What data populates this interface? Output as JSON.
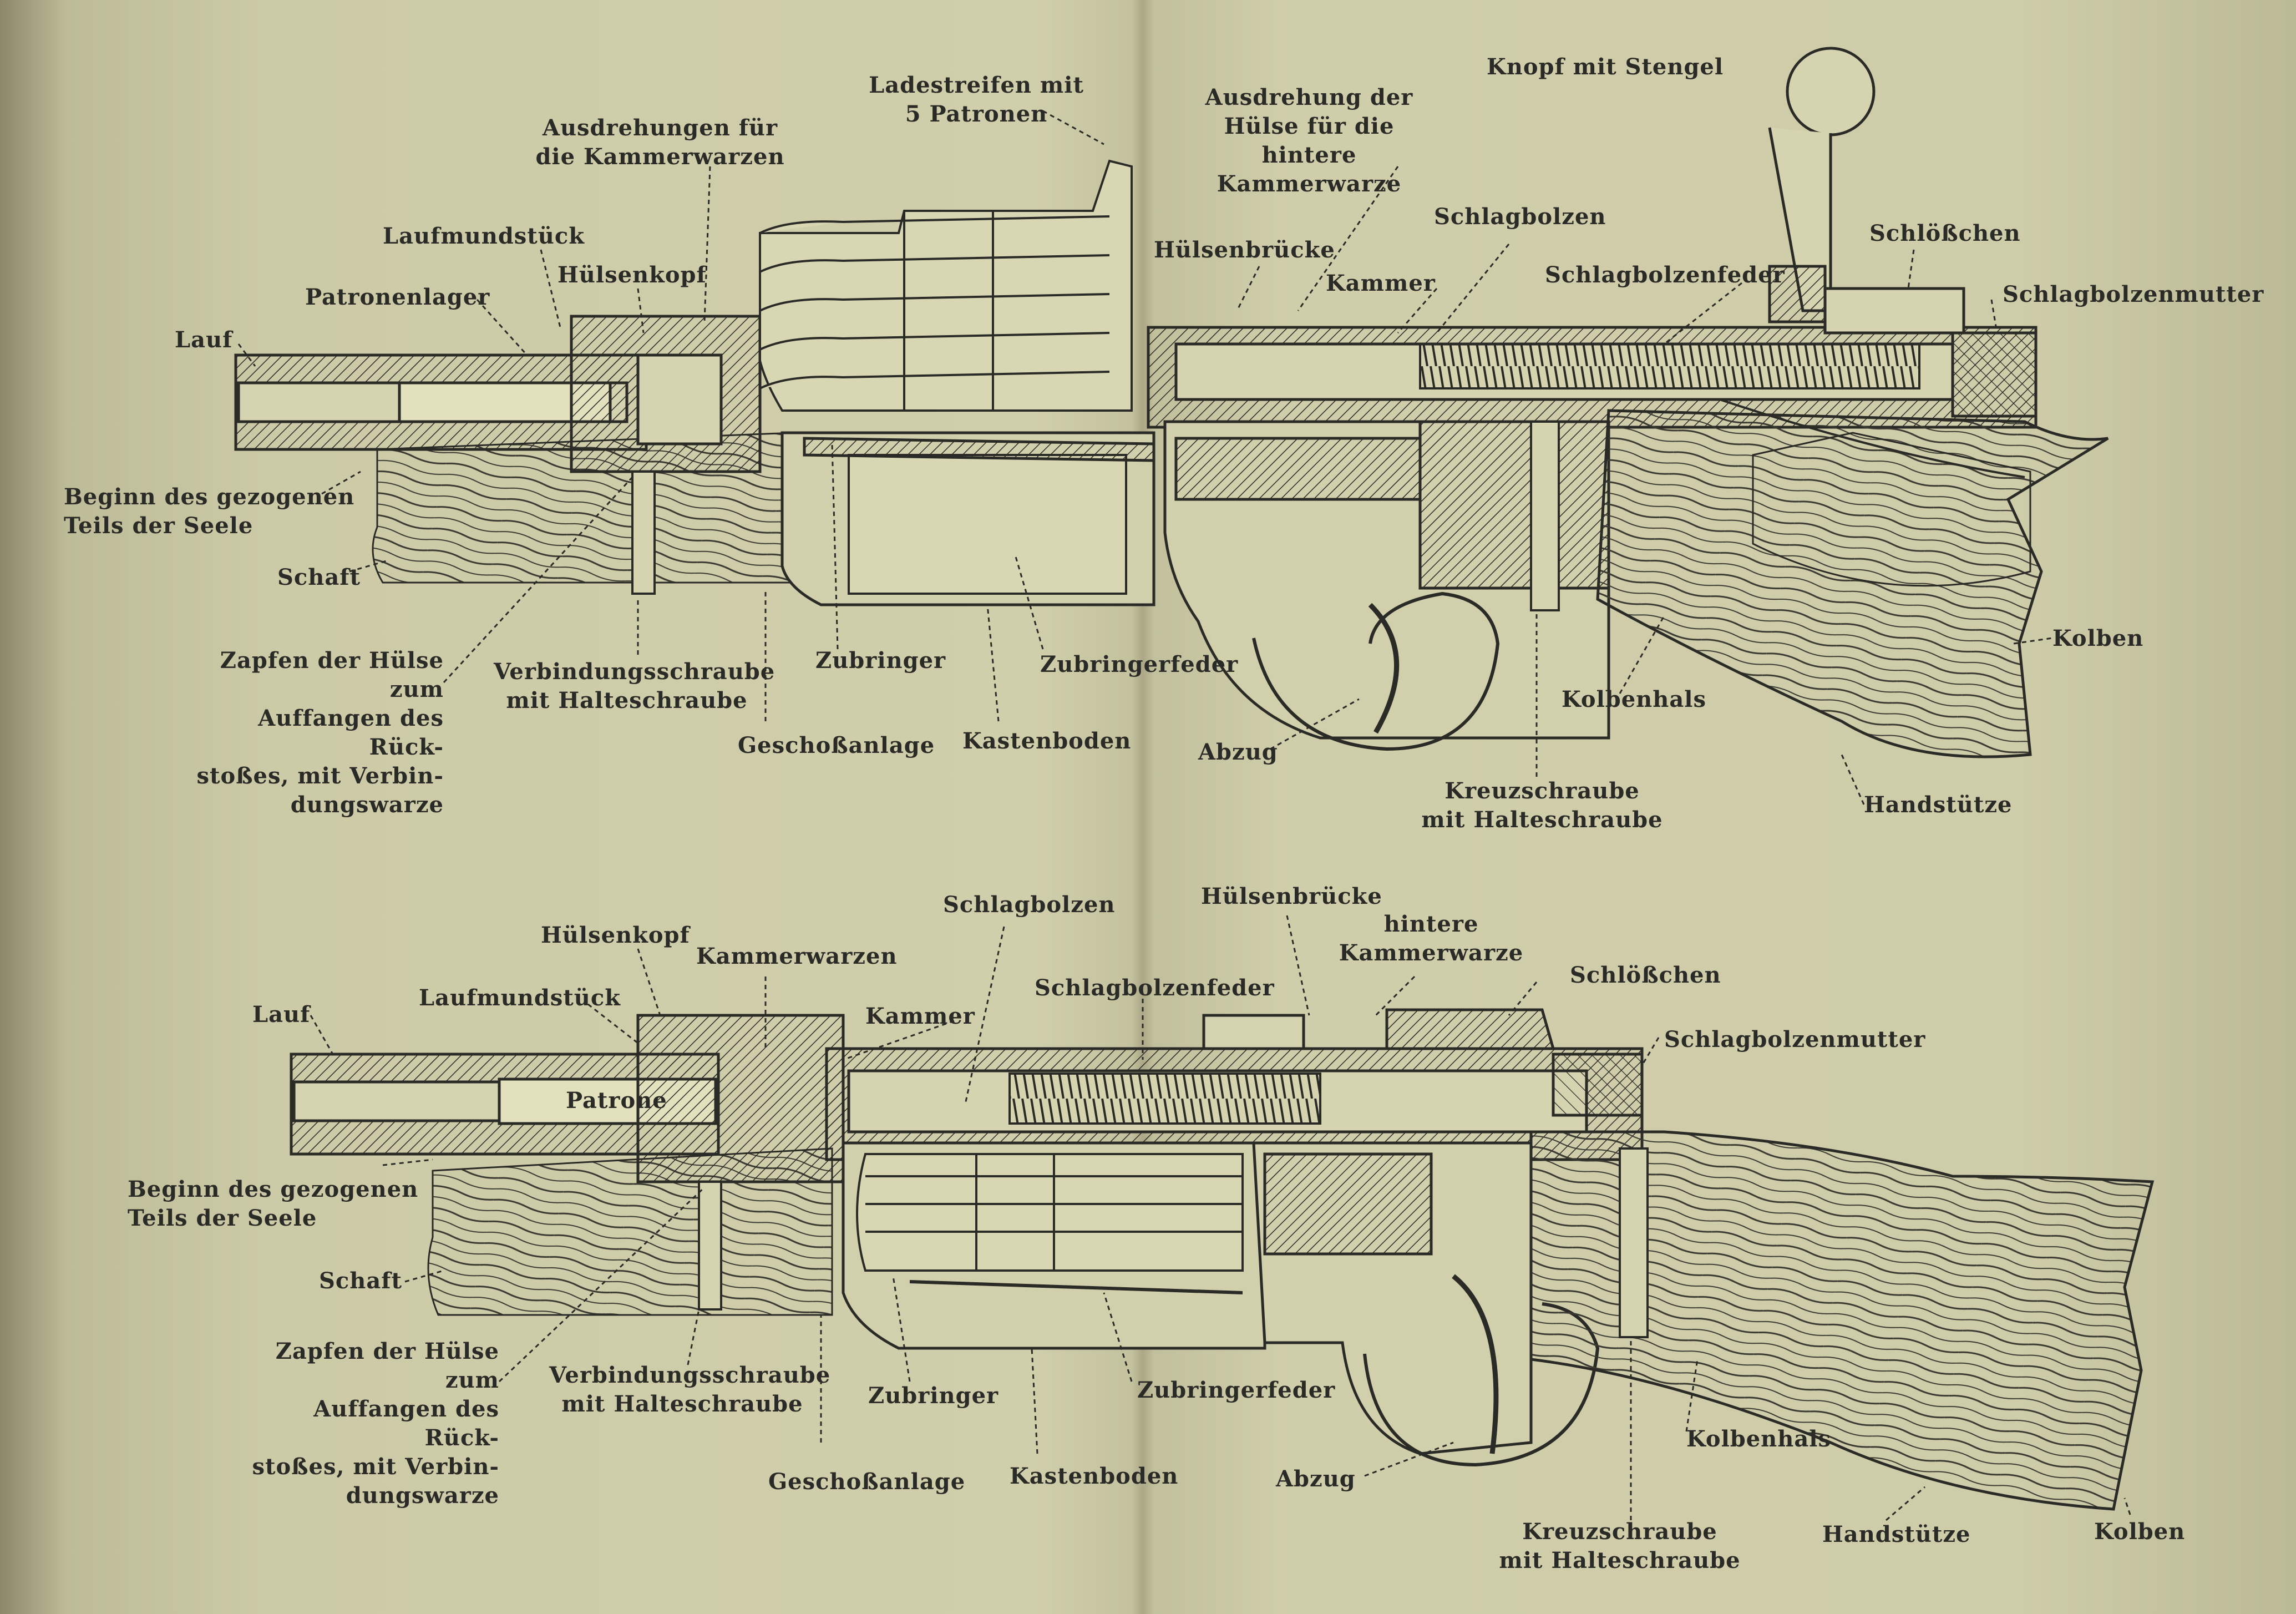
{
  "top_diagram": {
    "labels": {
      "ladestreifen": "Ladestreifen mit\n5 Patronen",
      "knopf": "Knopf mit Stengel",
      "ausdrehung_huelse": "Ausdrehung der\nHülse für die hintere\nKammerwarze",
      "ausdrehungen_kammerwarzen": "Ausdrehungen für\ndie Kammerwarzen",
      "laufmundstueck": "Laufmundstück",
      "huelsenkopf": "Hülsenkopf",
      "patronenlager": "Patronenlager",
      "lauf": "Lauf",
      "huelsenbruecke": "Hülsenbrücke",
      "kammer": "Kammer",
      "schlagbolzen": "Schlagbolzen",
      "schlagbolzenfeder": "Schlagbolzenfeder",
      "schloesschen": "Schlößchen",
      "schlagbolzenmutter": "Schlagbolzenmutter",
      "beginn": "Beginn des gezogenen\nTeils der Seele",
      "schaft": "Schaft",
      "zapfen": "Zapfen der Hülse zum\nAuffangen des Rück-\nstoßes, mit Verbin-\ndungswarze",
      "verbindungsschraube": "Verbindungsschraube\nmit Halteschraube",
      "zubringer": "Zubringer",
      "zubringerfeder": "Zubringerfeder",
      "geschossanlage": "Geschoßanlage",
      "kastenboden": "Kastenboden",
      "abzug": "Abzug",
      "kolbenhals": "Kolbenhals",
      "kolben": "Kolben",
      "kreuzschraube": "Kreuzschraube\nmit Halteschraube",
      "handstuetze": "Handstütze"
    }
  },
  "bottom_diagram": {
    "labels": {
      "huelsenkopf": "Hülsenkopf",
      "schlagbolzen": "Schlagbolzen",
      "huelsenbruecke": "Hülsenbrücke",
      "hintere_kammerwarze": "hintere\nKammerwarze",
      "kammerwarzen": "Kammerwarzen",
      "schloesschen": "Schlößchen",
      "lauf": "Lauf",
      "laufmundstueck": "Laufmundstück",
      "kammer": "Kammer",
      "schlagbolzenfeder": "Schlagbolzenfeder",
      "schlagbolzenmutter": "Schlagbolzenmutter",
      "patrone": "Patrone",
      "beginn": "Beginn des gezogenen\nTeils der Seele",
      "schaft": "Schaft",
      "zapfen": "Zapfen der Hülse zum\nAuffangen des Rück-\nstoßes, mit Verbin-\ndungswarze",
      "verbindungsschraube": "Verbindungsschraube\nmit Halteschraube",
      "zubringer": "Zubringer",
      "zubringerfeder": "Zubringerfeder",
      "geschossanlage": "Geschoßanlage",
      "kastenboden": "Kastenboden",
      "abzug": "Abzug",
      "kolbenhals": "Kolbenhals",
      "kreuzschraube": "Kreuzschraube\nmit Halteschraube",
      "handstuetze": "Handstütze",
      "kolben": "Kolben"
    }
  },
  "colors": {
    "paper": "#cfcca9",
    "ink": "#2a2a26"
  }
}
